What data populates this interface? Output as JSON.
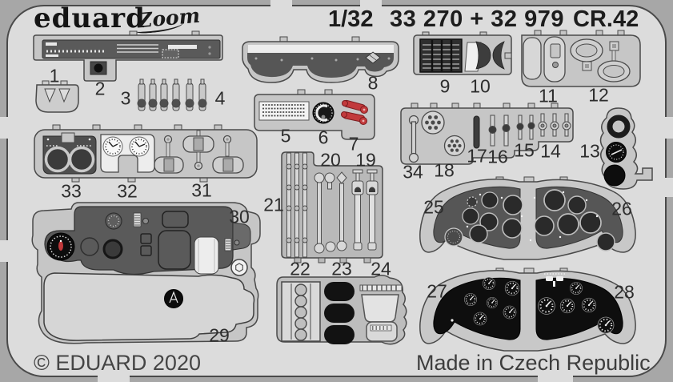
{
  "header": {
    "brand": "eduard",
    "logo": "Zoom",
    "scale": "1/32",
    "codes": "33 270 + 32 979",
    "subject": "CR.42"
  },
  "footer": {
    "copyright": "© EDUARD 2020",
    "origin": "Made in Czech Republic"
  },
  "part_numbers": [
    "1",
    "2",
    "3",
    "4",
    "5",
    "6",
    "7",
    "8",
    "9",
    "10",
    "11",
    "12",
    "13",
    "14",
    "15",
    "16",
    "17",
    "18",
    "19",
    "20",
    "21",
    "22",
    "23",
    "24",
    "25",
    "26",
    "27",
    "28",
    "29",
    "30",
    "31",
    "32",
    "33",
    "34"
  ],
  "colors": {
    "background": "#a7a7a7",
    "sheet": "#dcdcdc",
    "carrier": "#c6c6c6",
    "part_dark": "#5a5a5a",
    "part_black": "#111111",
    "part_white": "#efefef",
    "red_lever": "#c23a3c"
  }
}
